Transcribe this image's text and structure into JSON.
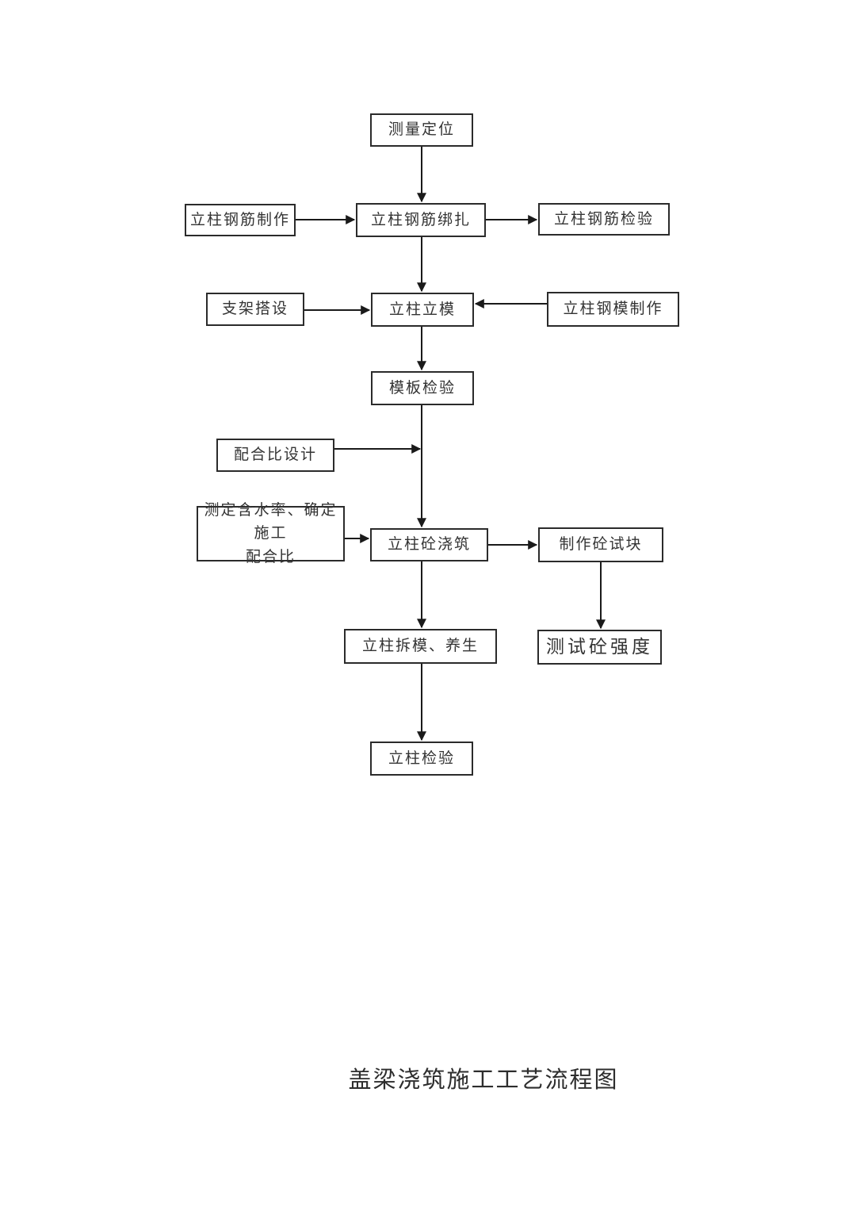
{
  "page": {
    "background_color": "#ffffff",
    "line_color": "#1a1a1a",
    "box_border_color": "#2b2b2b",
    "text_color": "#333333"
  },
  "nodes": {
    "survey_positioning": "测量定位",
    "rebar_fabrication": "立柱钢筋制作",
    "rebar_binding": "立柱钢筋绑扎",
    "rebar_inspection": "立柱钢筋检验",
    "scaffold_erection": "支架搭设",
    "column_formwork_erection": "立柱立模",
    "steel_form_fabrication": "立柱钢模制作",
    "formwork_inspection": "模板检验",
    "mix_ratio_design": "配合比设计",
    "moisture_line1": "测定含水率、确定施工",
    "moisture_line2": "配合比",
    "column_concrete_pouring": "立柱砼浇筑",
    "make_concrete_test_blocks": "制作砼试块",
    "formwork_removal_curing": "立柱拆模、养生",
    "test_concrete_strength": "测试砼强度",
    "column_inspection": "立柱检验"
  },
  "caption": "盖梁浇筑施工工艺流程图",
  "chart_data": {
    "type": "flowchart",
    "title": "盖梁浇筑施工工艺流程图",
    "edges": [
      [
        "测量定位",
        "立柱钢筋绑扎"
      ],
      [
        "立柱钢筋制作",
        "立柱钢筋绑扎"
      ],
      [
        "立柱钢筋绑扎",
        "立柱钢筋检验"
      ],
      [
        "立柱钢筋绑扎",
        "立柱立模"
      ],
      [
        "支架搭设",
        "立柱立模"
      ],
      [
        "立柱钢模制作",
        "立柱立模"
      ],
      [
        "立柱立模",
        "模板检验"
      ],
      [
        "模板检验",
        "立柱砼浇筑"
      ],
      [
        "配合比设计",
        "立柱砼浇筑"
      ],
      [
        "测定含水率、确定施工配合比",
        "立柱砼浇筑"
      ],
      [
        "立柱砼浇筑",
        "制作砼试块"
      ],
      [
        "立柱砼浇筑",
        "立柱拆模、养生"
      ],
      [
        "制作砼试块",
        "测试砼强度"
      ],
      [
        "立柱拆模、养生",
        "立柱检验"
      ]
    ]
  }
}
